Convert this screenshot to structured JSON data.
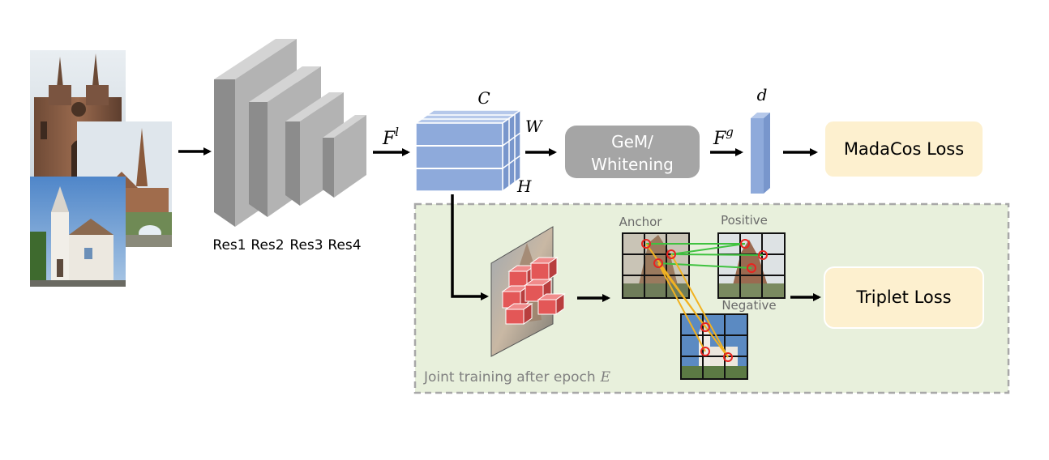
{
  "backbone": {
    "stages": [
      "Res1",
      "Res2",
      "Res3",
      "Res4"
    ]
  },
  "feature_map": {
    "local_symbol": "F",
    "local_sup": "l",
    "dim_c": "C",
    "dim_w": "W",
    "dim_h": "H"
  },
  "pooling": {
    "line1": "GeM/",
    "line2": "Whitening"
  },
  "global_feature": {
    "symbol": "F",
    "sup": "g",
    "dim": "d"
  },
  "losses": {
    "global": "MadaCos Loss",
    "triplet": "Triplet Loss"
  },
  "joint_panel": {
    "caption": "Joint training  after epoch",
    "epoch_symbol": "E",
    "anchor": "Anchor",
    "positive": "Positive",
    "negative": "Negative"
  },
  "colors": {
    "panel_bg": "#e8f0dc",
    "panel_border": "#a8a8a8",
    "loss_box": "#fdf0cf",
    "pool_box": "#a5a5a5",
    "feature_blue": "#8eaadb",
    "cube_red": "#e35757",
    "match_green": "#3fc23f",
    "match_orange": "#f1b221",
    "keypoint_red": "#e8241f"
  }
}
